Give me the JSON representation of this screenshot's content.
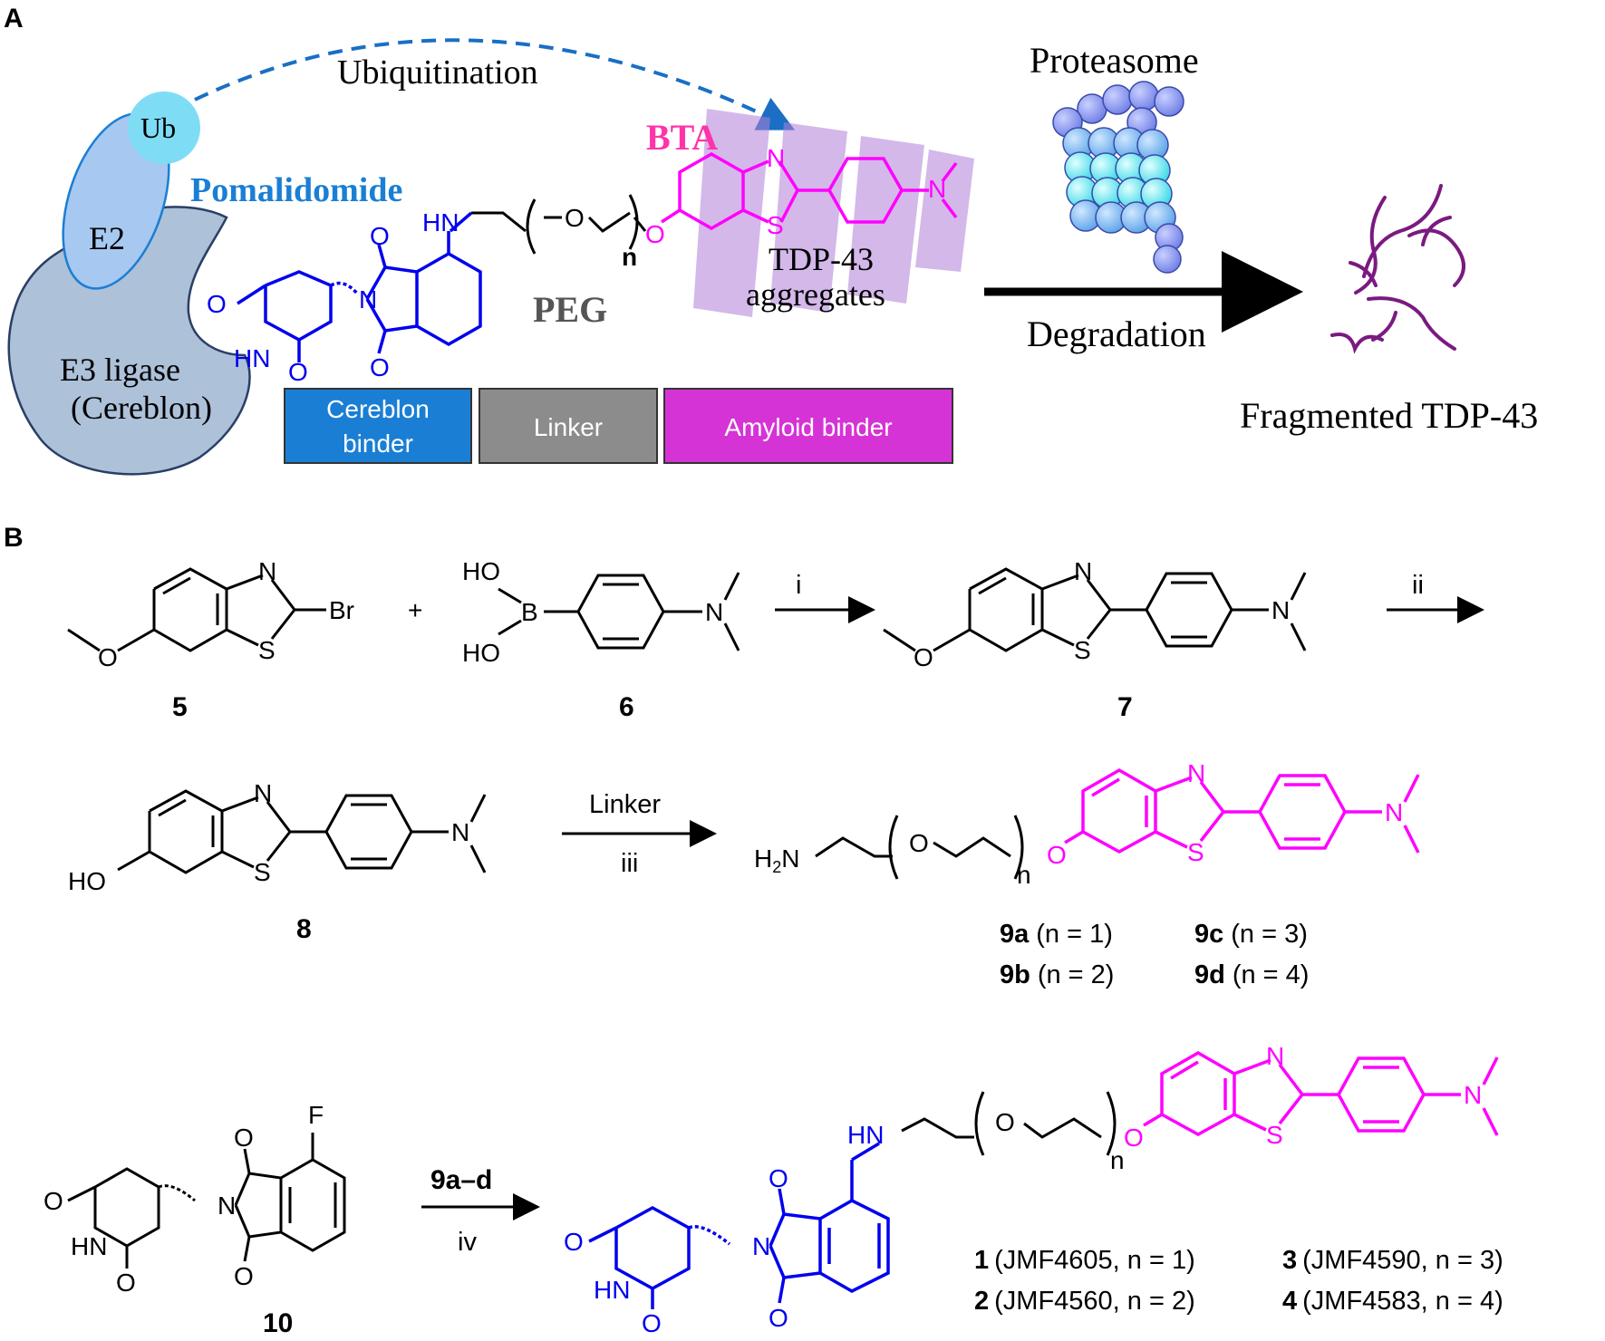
{
  "panelA": {
    "label": "A",
    "ub": "Ub",
    "e2": "E2",
    "e3_line1": "E3 ligase",
    "e3_line2": "(Cereblon)",
    "ubiquitination": "Ubiquitination",
    "pomalidomide": "Pomalidomide",
    "bta": "BTA",
    "peg": "PEG",
    "n": "n",
    "tdp_line1": "TDP-43",
    "tdp_line2": "aggregates",
    "proteasome": "Proteasome",
    "degradation": "Degradation",
    "fragmented": "Fragmented TDP-43",
    "boxes": {
      "cereblon_line1": "Cereblon",
      "cereblon_line2": "binder",
      "linker": "Linker",
      "amyloid": "Amyloid binder"
    },
    "colors": {
      "cereblon": "#1a7fd4",
      "linker": "#8c8c8c",
      "amyloid": "#d633d6",
      "pomalidomide_text": "#1a7fd4",
      "bta_text": "#ff33aa",
      "structure_blue": "#0000ee",
      "structure_magenta": "#ff00ff"
    }
  },
  "panelB": {
    "label": "B",
    "compounds": {
      "c5": "5",
      "c6": "6",
      "c7": "7",
      "c8": "8",
      "c10": "10"
    },
    "reagents": {
      "i": "i",
      "ii": "ii",
      "linker": "Linker",
      "iii": "iii",
      "nine": "9a–d",
      "iv": "iv"
    },
    "series9": [
      {
        "id": "9a",
        "cond": "(n = 1)"
      },
      {
        "id": "9b",
        "cond": "(n = 2)"
      },
      {
        "id": "9c",
        "cond": "(n = 3)"
      },
      {
        "id": "9d",
        "cond": "(n = 4)"
      }
    ],
    "products": [
      {
        "id": "1",
        "cond": "(JMF4605, n = 1)"
      },
      {
        "id": "2",
        "cond": "(JMF4560, n = 2)"
      },
      {
        "id": "3",
        "cond": "(JMF4590, n = 3)"
      },
      {
        "id": "4",
        "cond": "(JMF4583, n = 4)"
      }
    ],
    "atoms": {
      "N": "N",
      "S": "S",
      "O": "O",
      "Br": "Br",
      "B": "B",
      "HO": "HO",
      "HN": "HN",
      "H2N": "H",
      "sub2": "2",
      "F": "F",
      "plus": "+"
    }
  }
}
